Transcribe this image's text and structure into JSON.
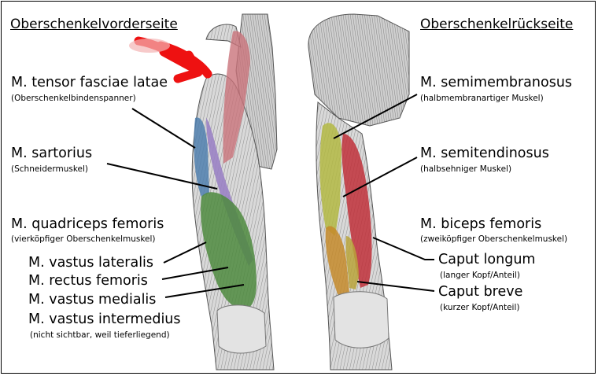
{
  "front": {
    "heading": "Oberschenkelvorderseite",
    "labels": [
      {
        "name": "M. tensor fasciae latae",
        "sub": "(Oberschenkelbindenspanner)"
      },
      {
        "name": "M. sartorius",
        "sub": "(Schneidermuskel)"
      },
      {
        "name": "M. quadriceps femoris",
        "sub": "(vierköpfiger Oberschenkelmuskel)"
      },
      {
        "name": "M. vastus lateralis"
      },
      {
        "name": "M. rectus femoris"
      },
      {
        "name": "M. vastus medialis"
      },
      {
        "name": "M. vastus intermedius",
        "sub": "(nicht sichtbar, weil tieferliegend)"
      }
    ]
  },
  "back": {
    "heading": "Oberschenkelrückseite",
    "labels": [
      {
        "name": "M. semimembranosus",
        "sub": "(halbmembranartiger Muskel)"
      },
      {
        "name": "M. semitendinosus",
        "sub": "(halbsehniger Muskel)"
      },
      {
        "name": "M. biceps femoris",
        "sub": "(zweiköpfiger Oberschenkelmuskel)"
      },
      {
        "name": "Caput longum",
        "sub": "(langer Kopf/Anteil)"
      },
      {
        "name": "Caput breve",
        "sub": "(kurzer Kopf/Anteil)"
      }
    ]
  },
  "colors": {
    "tensor_fasciae_latae": "#c9737a",
    "sartorius": "#9a82c4",
    "vastus_lateralis": "#4f7fae",
    "quadriceps": "#4e8a3e",
    "semimembranosus": "#b3b843",
    "semitendinosus": "#c0303a",
    "biceps_long": "#c48a2a",
    "biceps_short": "#b9a33a",
    "arrow": "#ee1111"
  }
}
